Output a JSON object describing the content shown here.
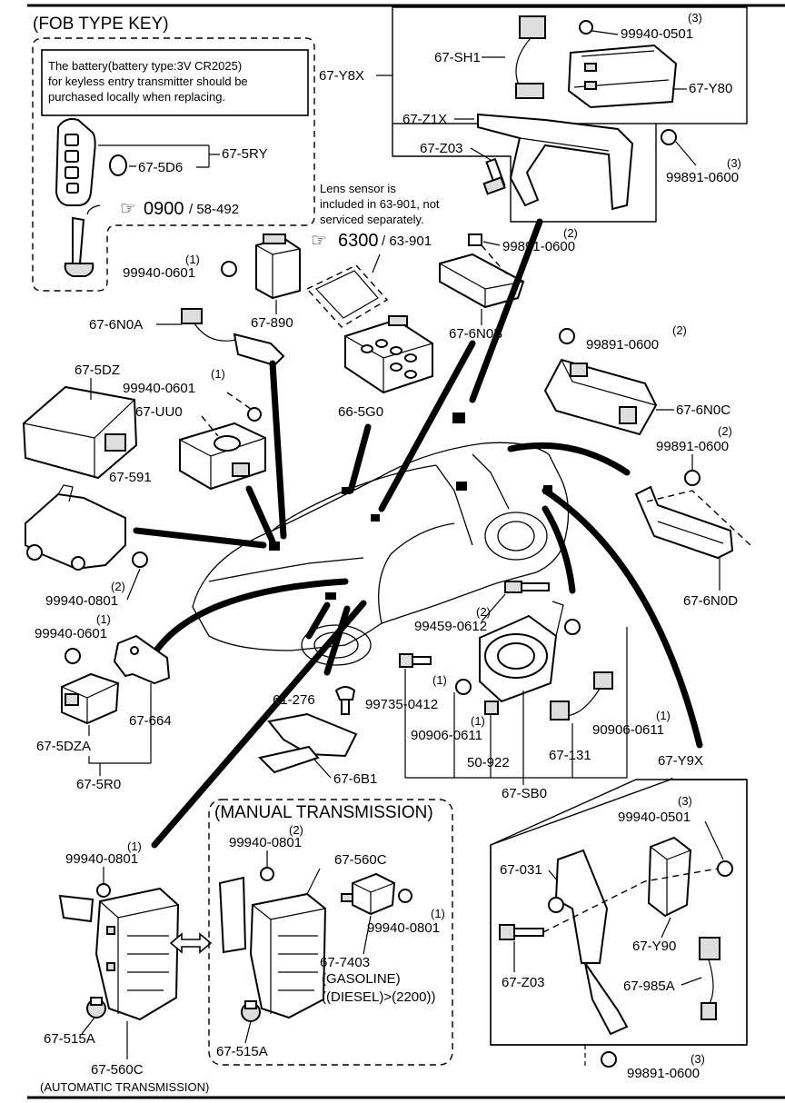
{
  "headers": {
    "fob": "(FOB TYPE KEY)",
    "manual": "(MANUAL TRANSMISSION)",
    "automatic": "(AUTOMATIC TRANSMISSION)"
  },
  "notes": {
    "battery": [
      "The battery(battery type:3V CR2025)",
      "for keyless entry transmitter should be",
      "purchased locally when replacing."
    ],
    "lens": [
      "Lens sensor is",
      "included in 63-901, not",
      "serviced separately."
    ]
  },
  "refs": {
    "r0900_code": "0900",
    "r0900_page": "/ 58-492",
    "r6300_code": "6300",
    "r6300_page": "/ 63-901"
  },
  "labels": {
    "p675ry": "67-5RY",
    "p675d6": "67-5D6",
    "p67y8x": "67-Y8X",
    "p67sh1": "67-SH1",
    "p67y80": "67-Y80",
    "p67z1x": "67-Z1X",
    "p67z03a": "67-Z03",
    "n99940_0501a": "99940-0501",
    "q3a": "(3)",
    "n99891_0600a": "99891-0600",
    "q3b": "(3)",
    "n99940_0601a": "99940-0601",
    "q1a": "(1)",
    "p67890": "67-890",
    "n99891_0600b": "99891-0600",
    "q2a": "(2)",
    "p676n0b": "67-6N0B",
    "p676n0a": "67-6N0A",
    "p665g0": "66-5G0",
    "p675dz": "67-5DZ",
    "n99940_0601b": "99940-0601",
    "q1b": "(1)",
    "p67uu0": "67-UU0",
    "n99891_0600c": "99891-0600",
    "q2b": "(2)",
    "p676n0c": "67-6N0C",
    "n99891_0600d": "99891-0600",
    "q2c": "(2)",
    "p67591": "67-591",
    "q2d": "(2)",
    "n99940_0801a": "99940-0801",
    "p676n0d": "67-6N0D",
    "n99940_0601c": "99940-0601",
    "q1c": "(1)",
    "n99459_0612": "99459-0612",
    "q2e": "(2)",
    "p675dza": "67-5DZA",
    "p67664": "67-664",
    "p675r0": "67-5R0",
    "p61276": "61-276",
    "p676b1": "67-6B1",
    "n99735_0412": "99735-0412",
    "q1d": "(1)",
    "n90906_0611a": "90906-0611",
    "q1e": "(1)",
    "p50922": "50-922",
    "p67131": "67-131",
    "n90906_0611b": "90906-0611",
    "q1f": "(1)",
    "p67sb0": "67-SB0",
    "p67y9x": "67-Y9X",
    "n99940_0501b": "99940-0501",
    "q3c": "(3)",
    "p67031": "67-031",
    "p67y90": "67-Y90",
    "p67z03b": "67-Z03",
    "p67985a": "67-985A",
    "n99891_0600e": "99891-0600",
    "q3d": "(3)",
    "n99940_0801b": "99940-0801",
    "q1g": "(1)",
    "p67515a_a": "67-515A",
    "p67560c_a": "67-560C",
    "n99940_0801c": "99940-0801",
    "q2f": "(2)",
    "p67560c_b": "67-560C",
    "n99940_0801d": "99940-0801",
    "q1h": "(1)",
    "p677403": "67-7403",
    "gasoline": "(GASOLINE)",
    "diesel": "((DIESEL)>(2200))",
    "p67515a_b": "67-515A"
  }
}
